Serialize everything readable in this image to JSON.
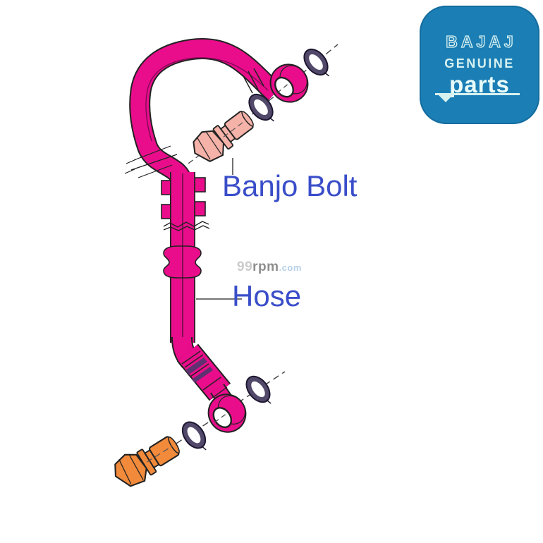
{
  "diagram": {
    "labels": {
      "banjo_bolt": "Banjo Bolt",
      "hose": "Hose"
    },
    "label_color": "#3A4EC9",
    "parts": [
      {
        "name": "brake hose",
        "color": "#E90D8B"
      },
      {
        "name": "banjo bolt upper",
        "color": "#F5B2A8"
      },
      {
        "name": "banjo bolt lower",
        "color": "#F18A3B"
      },
      {
        "name": "sealing washer",
        "count": 4,
        "color": "#52496A"
      }
    ]
  },
  "watermark": {
    "part1": "99",
    "part2": "rpm",
    "part3": ".com"
  },
  "logo": {
    "brand": "BAJAJ",
    "subtitle": "GENUINE",
    "word": "parts",
    "bg_color": "#1B7FB6",
    "text_color": "#D7F1EF"
  }
}
